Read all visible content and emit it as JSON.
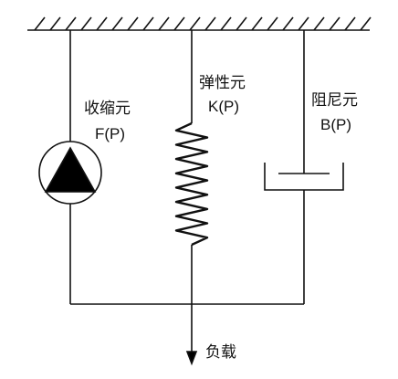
{
  "contractile_element": {
    "name": "收缩元",
    "symbol": "F(P)"
  },
  "elastic_element": {
    "name": "弹性元",
    "symbol": "K(P)"
  },
  "damping_element": {
    "name": "阻尼元",
    "symbol": "B(P)"
  },
  "load_label": "负载"
}
